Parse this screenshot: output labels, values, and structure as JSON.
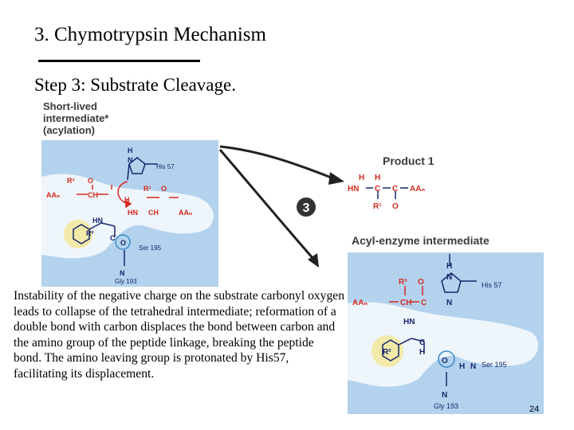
{
  "slide": {
    "title": "3. Chymotrypsin Mechanism",
    "step": "Step 3: Substrate Cleavage.",
    "page_number": "24"
  },
  "figure": {
    "left_panel_label": [
      "Short-lived",
      "intermediate*",
      "(acylation)"
    ],
    "step_badge": "3",
    "product_label": "Product 1",
    "acyl_label": "Acyl-enzyme intermediate",
    "atoms": {
      "his57": "His 57",
      "ser195": "Ser 195",
      "gly193": "Gly 193",
      "r1": "R¹",
      "r2": "R²",
      "r3": "R³",
      "aan": "AAₙ",
      "o": "O",
      "h": "H",
      "n": "N",
      "hn": "HN",
      "c": "C",
      "ch": "CH"
    }
  },
  "description": "Instability of the negative charge on the substrate carbonyl oxygen leads to collapse of the tetrahedral intermediate; reformation of a double bond with carbon displaces the bond between carbon and the amino group of the peptide linkage, breaking the peptide bond. The amino leaving group is protonated by His57, facilitating its displacement.",
  "colors": {
    "panel_blue": "#b3d2ee",
    "pocket_white": "#eef5fb",
    "red": "#d62a1e",
    "navy": "#17266b",
    "arrow": "#222222",
    "badge": "#333333"
  }
}
